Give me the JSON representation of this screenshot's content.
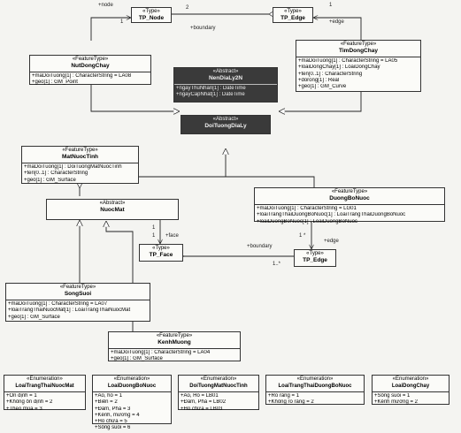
{
  "classes": {
    "tp_node": {
      "stereotype": "«Type»",
      "name": "TP_Node",
      "attributes": []
    },
    "tp_edge_top": {
      "stereotype": "«Type»",
      "name": "TP_Edge",
      "attributes": []
    },
    "nut_dong_chay": {
      "stereotype": "«FeatureType»",
      "name": "NutDongChay",
      "attributes": [
        "+maDoiTuong[1] : CharacterString = LA08",
        "+geo[1] : GM_Point"
      ]
    },
    "tim_dong_chay": {
      "stereotype": "«FeatureType»",
      "name": "TimDongChay",
      "attributes": [
        "+maDoiTuong[1] : CharacterString = LA05",
        "+loaiDongChay[1] : LoaiDongChay",
        "+ten[0..1] : CharacterString",
        "+dorong[1] : Real",
        "+geo[1] : GM_Curve"
      ]
    },
    "nen_dia_ly": {
      "stereotype": "«Abstract»",
      "name": "NenDiaLy2N",
      "attributes": [
        "+ngayThuNhan[1] : DateTime",
        "+ngayCapNhat[1] : DateTime"
      ]
    },
    "doi_tuong_dia_ly": {
      "stereotype": "«Abstract»",
      "name": "DoiTuongDiaLy",
      "attributes": []
    },
    "mat_nuoc_tinh": {
      "stereotype": "«FeatureType»",
      "name": "MatNuocTinh",
      "attributes": [
        "+maDoiTuong[1] : DoiTuongMatNuocTinh",
        "+ten[0..1] : CharacterString",
        "+geo[1] : GM_Surface"
      ]
    },
    "duong_bo_nuoc": {
      "stereotype": "«FeatureType»",
      "name": "DuongBoNuoc",
      "attributes": [
        "+maDoiTuong[1] : CharacterString = LG01",
        "+loaiTrangThaiDuongBoNuoc[1] : LoaiTrangThaiDuongBoNuoc",
        "+loaiDuongBoNuoc[1] : LoaiDuongBoNuoc"
      ]
    },
    "nuoc_mat": {
      "stereotype": "«Abstract»",
      "name": "NuocMat",
      "attributes": []
    },
    "tp_face": {
      "stereotype": "«Type»",
      "name": "TP_Face",
      "attributes": []
    },
    "tp_edge_bottom": {
      "stereotype": "«Type»",
      "name": "TP_Edge",
      "attributes": []
    },
    "song_suoi": {
      "stereotype": "«FeatureType»",
      "name": "SongSuoi",
      "attributes": [
        "+maDoiTuong[1] : CharacterString = LA07",
        "+loaiTrangThaiNuocMat[1] : LoaiTrangThaiNuocMat",
        "+geo[1] : GM_Surface"
      ]
    },
    "kenh_muong": {
      "stereotype": "«FeatureType»",
      "name": "KenhMuong",
      "attributes": [
        "+maDoiTuong[1] : CharacterString = LA04",
        "+geo[1] : GM_Surface"
      ]
    },
    "enum_trang_thai_nuoc_mat": {
      "stereotype": "«Enumeration»",
      "name": "LoaiTrangThaiNuocMat",
      "attributes": [
        "+Ổn định = 1",
        "+Không ổn định = 2",
        "+Theo mùa = 3"
      ]
    },
    "enum_duong_bo_nuoc": {
      "stereotype": "«Enumeration»",
      "name": "LoaiDuongBoNuoc",
      "attributes": [
        "+Ao, hồ = 1",
        "+Biển = 2",
        "+Đầm, Phá = 3",
        "+Kênh, mương = 4",
        "+Hồ chứa = 5",
        "+Sông suối = 6"
      ]
    },
    "enum_mat_nuoc_tinh": {
      "stereotype": "«Enumeration»",
      "name": "DoiTuongMatNuocTinh",
      "attributes": [
        "+Ao, Hồ = LB01",
        "+Đầm, Phá = LB02",
        "+Hồ chứa = LB03"
      ]
    },
    "enum_trang_thai_duong_bo": {
      "stereotype": "«Enumeration»",
      "name": "LoaiTrangThaiDuongBoNuoc",
      "attributes": [
        "+Rõ ràng = 1",
        "+Không rõ ràng = 2"
      ]
    },
    "enum_dong_chay": {
      "stereotype": "«Enumeration»",
      "name": "LoaiDongChay",
      "attributes": [
        "+Sông suối = 1",
        "+Kênh mương = 2"
      ]
    }
  },
  "labels": {
    "node": "+node",
    "node_mult": "1",
    "edge_mult_top": "2",
    "edge_one": "1",
    "edge": "+edge",
    "boundary_top": "+boundary",
    "face_mult_a": "1",
    "face_mult_b": "1",
    "face": "+face",
    "boundary_bottom": "+boundary",
    "edge_mult_bottom": "1 *",
    "edge_bottom": "+edge",
    "many": "1..*"
  }
}
